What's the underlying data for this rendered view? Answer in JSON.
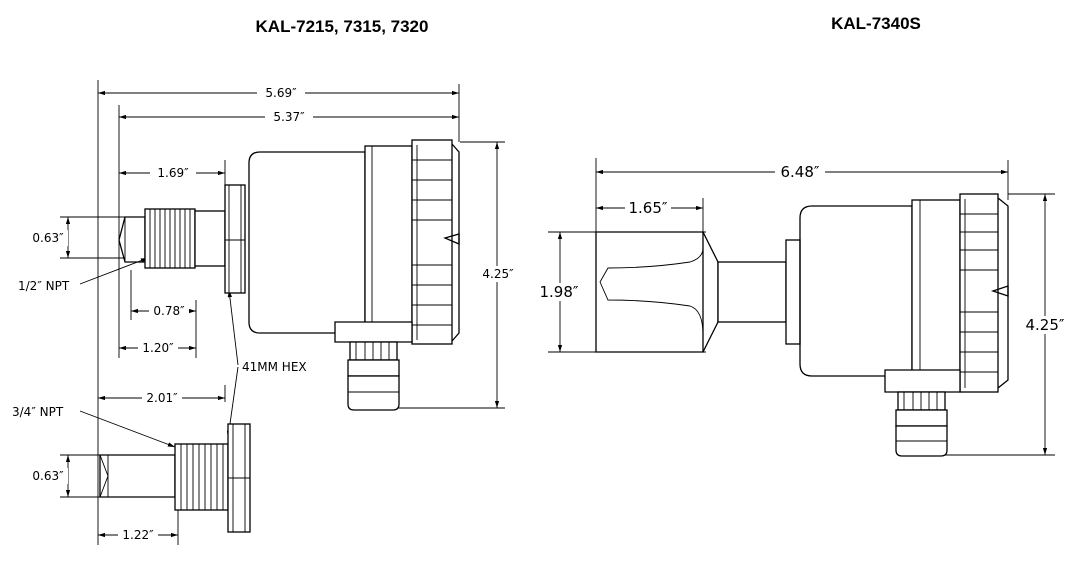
{
  "left_view": {
    "title": "KAL-7215, 7315, 7320",
    "dims": {
      "overall_width": "5.69″",
      "housing_width": "5.37″",
      "probe_length": "1.69″",
      "height": "4.25″",
      "probe_dia": "0.63″",
      "thread_len": "0.78″",
      "thread_to_tip": "1.20″",
      "alt_probe_length": "2.01″",
      "alt_probe_dia": "0.63″",
      "alt_thread_to_tip": "1.22″"
    },
    "callouts": {
      "npt_half": "1/2″ NPT",
      "npt_three_quarter": "3/4″ NPT",
      "hex": "41MM HEX"
    }
  },
  "right_view": {
    "title": "KAL-7340S",
    "dims": {
      "overall_width": "6.48″",
      "probe_length": "1.65″",
      "probe_dia": "1.98″",
      "height": "4.25″"
    }
  }
}
